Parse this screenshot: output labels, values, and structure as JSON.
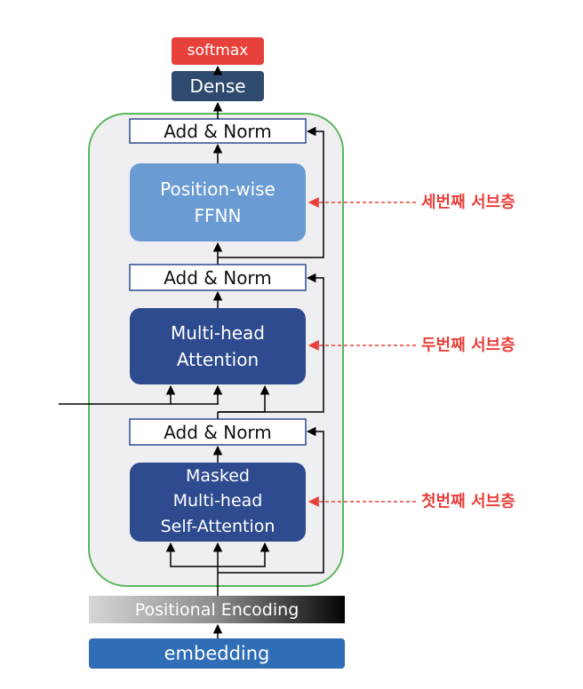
{
  "diagram": {
    "softmax": "softmax",
    "dense": "Dense",
    "add_norm_top": "Add & Norm",
    "ffnn_line1": "Position-wise",
    "ffnn_line2": "FFNN",
    "add_norm_mid": "Add & Norm",
    "mha_line1": "Multi-head",
    "mha_line2": "Attention",
    "add_norm_bottom": "Add & Norm",
    "masked_line1": "Masked",
    "masked_line2": "Multi-head",
    "masked_line3": "Self-Attention",
    "positional_encoding": "Positional Encoding",
    "embedding": "embedding",
    "annotations": {
      "third": "세번째 서브층",
      "second": "두번째 서브층",
      "first": "첫번째 서브층"
    }
  },
  "colors": {
    "softmax": "#e8413c",
    "dense": "#2e4a6e",
    "ffnn": "#6b9bd3",
    "attention": "#2e4b8f",
    "embedding": "#2f6db6",
    "container_border": "#5cb85c",
    "annotation": "#e8413c"
  }
}
